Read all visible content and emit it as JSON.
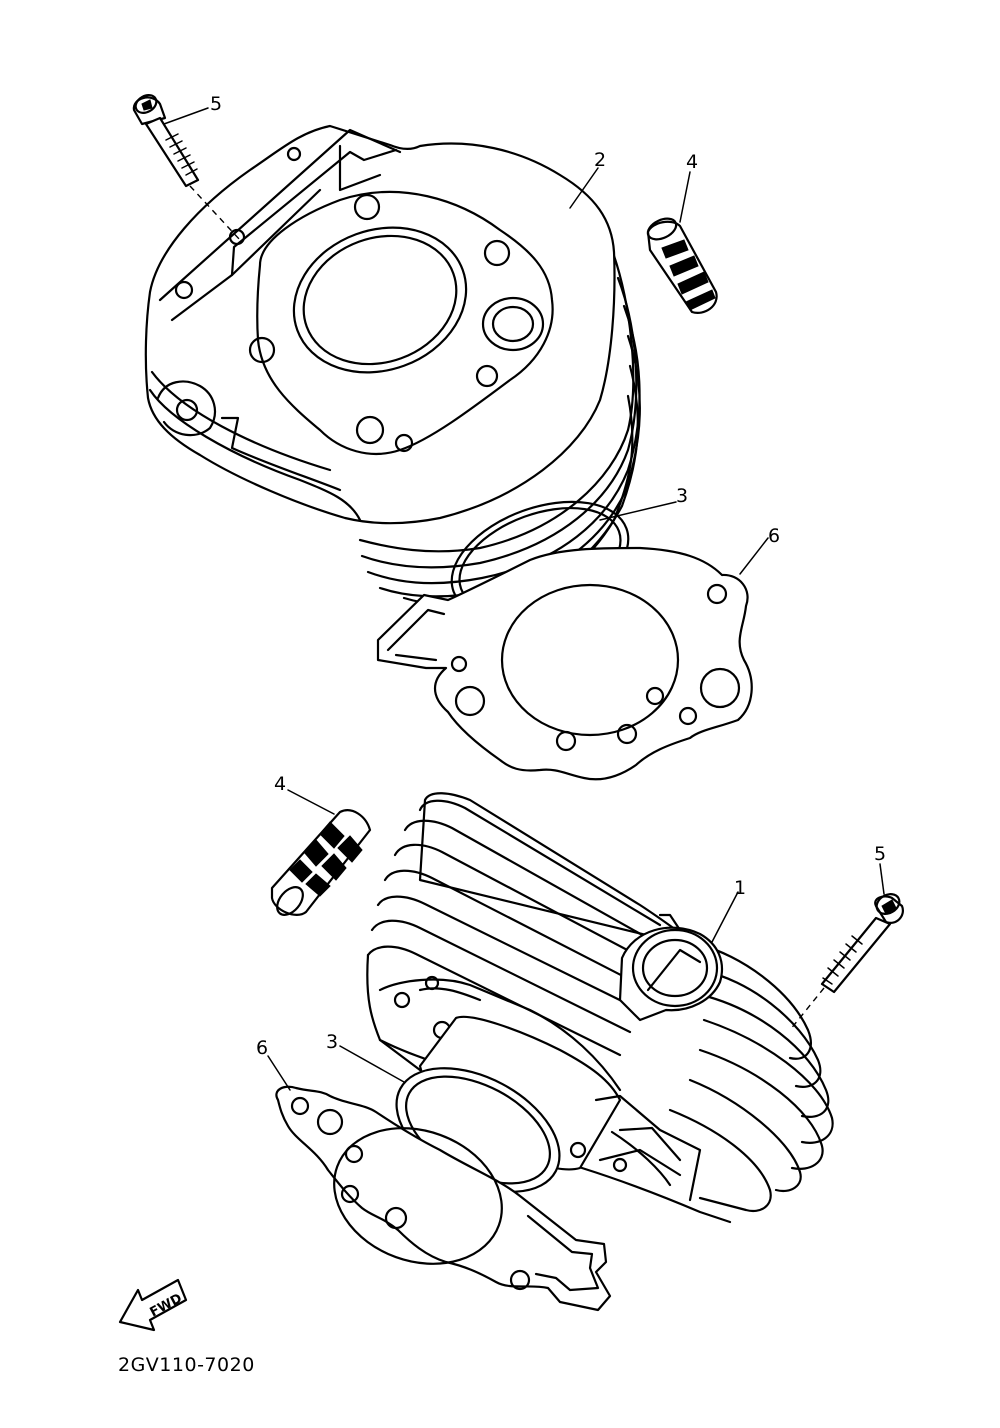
{
  "diagram": {
    "part_code": "2GV110-7020",
    "fwd_label": "FWD",
    "callouts": {
      "c1": "1",
      "c2": "2",
      "c3_upper": "3",
      "c3_lower": "3",
      "c4_upper": "4",
      "c4_lower": "4",
      "c5_upper": "5",
      "c5_lower": "5",
      "c6_upper": "6",
      "c6_lower": "6"
    }
  }
}
